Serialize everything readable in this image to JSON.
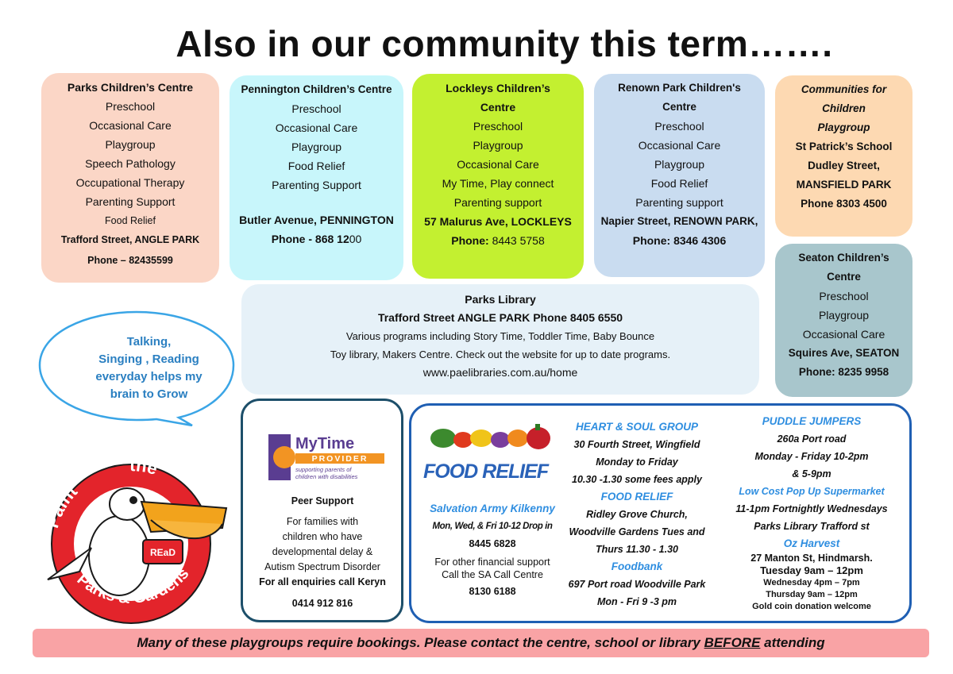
{
  "title": "Also in our community this term…….",
  "parks": {
    "name": "Parks Children’s Centre",
    "lines": [
      "Preschool",
      "Occasional Care",
      "Playgroup",
      "Speech Pathology",
      "Occupational Therapy",
      "Parenting Support"
    ],
    "food": "Food Relief",
    "address": "Trafford Street, ANGLE PARK",
    "phone": "Phone – 82435599"
  },
  "pennington": {
    "name": "Pennington Children’s Centre",
    "lines": [
      "Preschool",
      "Occasional Care",
      "Playgroup",
      "Food Relief",
      "Parenting Support"
    ],
    "address": "Butler Avenue, PENNINGTON",
    "phone_label": "Phone - 868 12",
    "phone_tail": "00"
  },
  "lockleys": {
    "name1": "Lockleys Children’s",
    "name2": "Centre",
    "lines": [
      "Preschool",
      "Playgroup",
      "Occasional Care",
      "My Time, Play connect",
      "Parenting support"
    ],
    "address": "57 Malurus Ave, LOCKLEYS",
    "phone_label": "Phone:",
    "phone_num": " 8443 5758"
  },
  "renown": {
    "name1": "Renown Park Children's",
    "name2": "Centre",
    "lines": [
      "Preschool",
      "Occasional Care",
      "Playgroup",
      "Food Relief",
      "Parenting support"
    ],
    "address": "Napier Street, RENOWN PARK,",
    "phone": "Phone: 8346 4306"
  },
  "cfc": {
    "line1": "Communities for",
    "line2": "Children",
    "line3": "Playgroup",
    "school": "St Patrick’s School",
    "street": "Dudley Street,",
    "suburb": "MANSFIELD PARK",
    "phone": "Phone 8303 4500"
  },
  "seaton": {
    "name1": "Seaton Children’s",
    "name2": "Centre",
    "lines": [
      "Preschool",
      "Playgroup",
      "Occasional Care"
    ],
    "address": "Squires Ave, SEATON",
    "phone": "Phone: 8235 9958"
  },
  "library": {
    "name": "Parks Library",
    "address": "Trafford Street ANGLE PARK  Phone 8405 6550",
    "line1": "Various programs including Story Time, Toddler Time, Baby Bounce",
    "line2": "Toy library, Makers Centre. Check out the website for up  to date programs.",
    "url": "www.paelibraries.com.au/home"
  },
  "bubble": {
    "lines": [
      "Talking,",
      "Singing , Reading",
      "everyday helps my",
      "brain to Grow"
    ]
  },
  "mytime": {
    "logo_word": "MyTime",
    "logo_sub": "PROVIDER",
    "logo_tag1": "supporting parents of",
    "logo_tag2": "children with disabilities",
    "heading": "Peer Support",
    "lines": [
      "For families with",
      "children who have",
      "developmental delay &",
      "Autism Spectrum Disorder"
    ],
    "enquiries": "For all enquiries call Keryn",
    "phone": "0414 912 816"
  },
  "food": {
    "title": "FOOD RELIEF",
    "salvation": "Salvation Army Kilkenny",
    "salv_days": "Mon, Wed, & Fri  10-12 Drop in",
    "salv_phone": "8445 6828",
    "other1": "For other financial support",
    "other2": "Call  the SA Call Centre",
    "other_phone": "8130 6188",
    "col2": {
      "h1": "HEART & SOUL GROUP",
      "l1": "30 Fourth Street, Wingfield",
      "l2": "Monday to Friday",
      "l3": "10.30 -1.30 some fees apply",
      "h2": "FOOD RELIEF",
      "l4": "Ridley Grove Church,",
      "l5": "Woodville Gardens Tues and",
      "l6": "Thurs 11.30 - 1.30",
      "h3": "Foodbank",
      "l7": "697 Port road Woodville Park",
      "l8": "Mon - Fri 9 -3 pm"
    },
    "col3": {
      "h1": "PUDDLE JUMPERS",
      "l1": "260a Port road",
      "l2": "Monday - Friday 10-2pm",
      "l3": "&  5-9pm",
      "h2": "Low Cost Pop Up Supermarket",
      "l4": "11-1pm Fortnightly Wednesdays",
      "l5": "Parks Library Trafford st",
      "h3": "Oz Harvest",
      "l6": "27 Manton St, Hindmarsh.",
      "l7": "Tuesday 9am – 12pm",
      "l8": "Wednesday 4pm – 7pm",
      "l9": "Thursday 9am – 12pm",
      "l10": "Gold coin donation welcome"
    }
  },
  "mascot": {
    "word1": "Paint",
    "word2": "the",
    "word3": "Parks & Gardens",
    "badge": "REaD"
  },
  "notice": {
    "pre": "Many of these playgroups require bookings.  Please contact the centre, school or library ",
    "emph": "BEFORE",
    "post": " attending"
  },
  "colors": {
    "parks": "#fbd6c6",
    "pennington": "#c8f6fb",
    "lockleys": "#c3f030",
    "renown": "#c9dcf0",
    "cfc": "#fdd9b2",
    "seaton": "#a8c6cc",
    "library": "#e6f1f8",
    "notice": "#f9a3a5",
    "bubble_text": "#2a7fc1",
    "food_blue": "#2f8ee0"
  }
}
